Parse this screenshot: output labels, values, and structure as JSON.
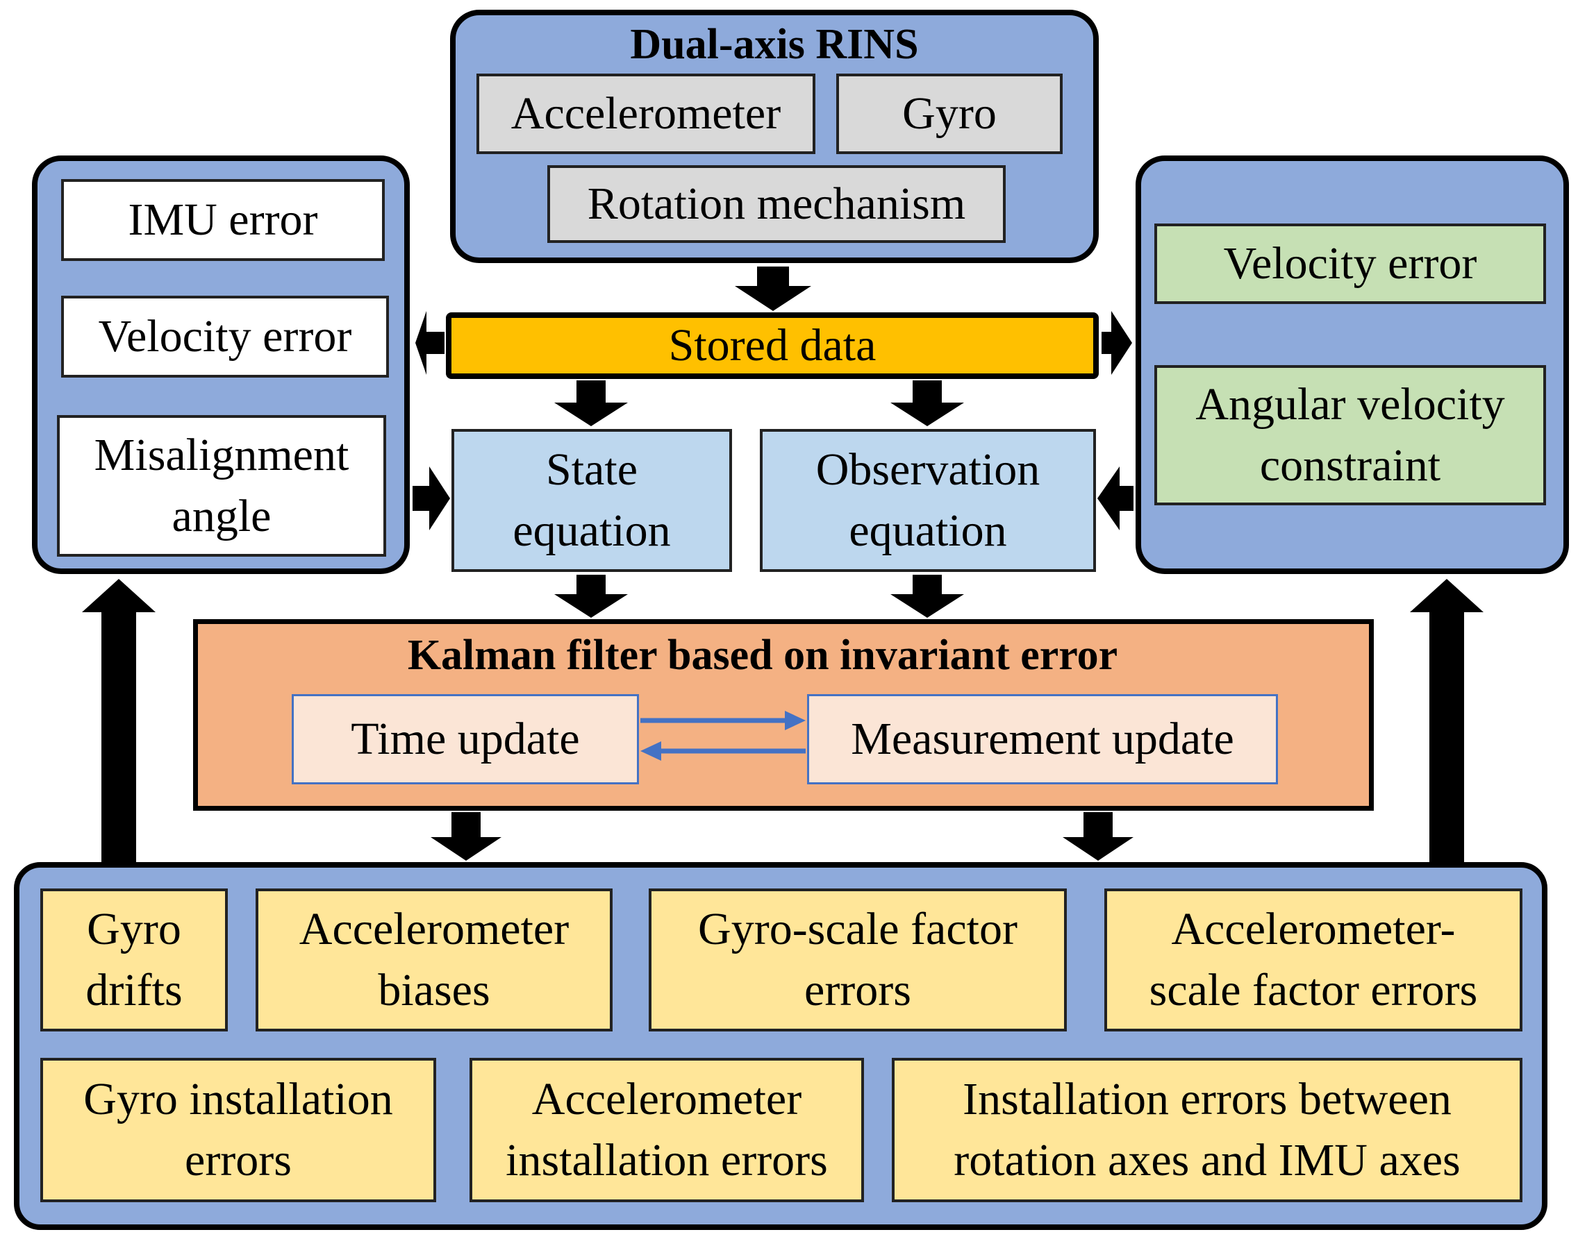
{
  "rins": {
    "title": "Dual-axis RINS",
    "accelerometer": "Accelerometer",
    "gyro": "Gyro",
    "rotation": "Rotation mechanism"
  },
  "left": {
    "imu_error": "IMU error",
    "velocity_error": "Velocity error",
    "misalignment_line1": "Misalignment",
    "misalignment_line2": "angle"
  },
  "right": {
    "velocity_error": "Velocity error",
    "angular_line1": "Angular velocity",
    "angular_line2": "constraint"
  },
  "stored": "Stored data",
  "state": {
    "line1": "State",
    "line2": "equation"
  },
  "observation": {
    "line1": "Observation",
    "line2": "equation"
  },
  "kalman": {
    "title": "Kalman filter based on invariant error",
    "time_update": "Time update",
    "measurement_update": "Measurement update"
  },
  "errors": {
    "gyro_drifts_1": "Gyro",
    "gyro_drifts_2": "drifts",
    "acc_biases_1": "Accelerometer",
    "acc_biases_2": "biases",
    "gyro_scale_1": "Gyro-scale factor",
    "gyro_scale_2": "errors",
    "acc_scale_1": "Accelerometer-",
    "acc_scale_2": "scale factor errors",
    "gyro_install_1": "Gyro installation",
    "gyro_install_2": "errors",
    "acc_install_1": "Accelerometer",
    "acc_install_2": "installation errors",
    "axes_install_1": "Installation errors between",
    "axes_install_2": "rotation axes and IMU axes"
  },
  "colors": {
    "panel": "#8eaadb",
    "gold": "#ffc000",
    "orange": "#f4b183",
    "yellow": "#ffe699",
    "green": "#c6e0b4",
    "light_blue": "#bdd7ee",
    "connector": "#4472c4"
  }
}
